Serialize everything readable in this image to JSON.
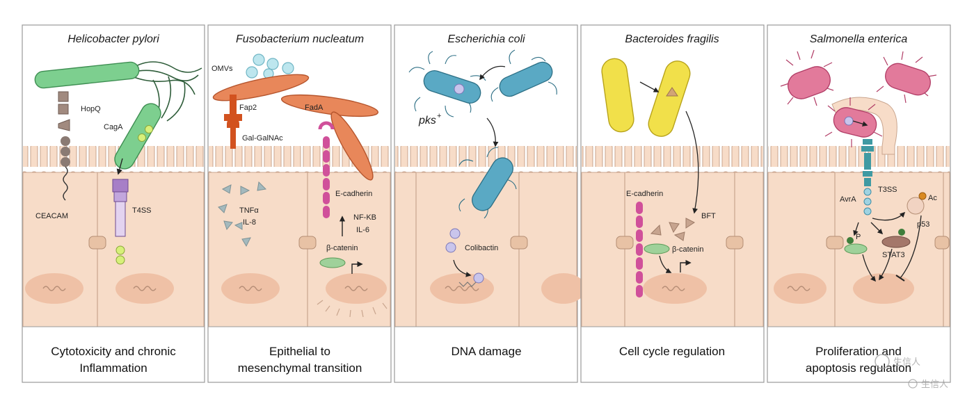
{
  "panels": [
    {
      "title": "Helicobacter pylori",
      "caption": [
        "Cytotoxicity and chronic",
        "Inflammation"
      ],
      "labels": {
        "hopq": "HopQ",
        "caga": "CagA",
        "ceacam": "CEACAM",
        "t4ss": "T4SS"
      }
    },
    {
      "title": "Fusobacterium nucleatum",
      "caption": [
        "Epithelial to",
        "mesenchymal transition"
      ],
      "labels": {
        "omvs": "OMVs",
        "fap2": "Fap2",
        "galgalnac": "Gal-GalNAc",
        "fada": "FadA",
        "ecadherin": "E-cadherin",
        "tnfa": "TNFα",
        "il8": "IL-8",
        "nfkb": "NF-KB",
        "il6": "IL-6",
        "bcatenin": "β-catenin"
      }
    },
    {
      "title": "Escherichia coli",
      "caption": [
        "DNA damage"
      ],
      "labels": {
        "pks": "pks",
        "pks_sup": "+",
        "colibactin": "Colibactin"
      }
    },
    {
      "title": "Bacteroides fragilis",
      "caption": [
        "Cell cycle regulation"
      ],
      "labels": {
        "ecadherin": "E-cadherin",
        "bft": "BFT",
        "bcatenin": "β-catenin"
      }
    },
    {
      "title": "Salmonella enterica",
      "caption": [
        "Proliferation and",
        "apoptosis regulation"
      ],
      "labels": {
        "t3ss": "T3SS",
        "avra": "AvrA",
        "ac": "Ac",
        "p53": "p53",
        "p": "P",
        "stat3": "STAT3"
      }
    }
  ],
  "watermark": {
    "text": "生信人",
    "small": "生信人"
  },
  "colors": {
    "panel_border": "#9a9a9a",
    "cell_fill": "#f7dcc8",
    "cell_stroke": "#c9a58e",
    "nucleus": "#efc1a6",
    "hpylori": "#7dcf8f",
    "fuso": "#e8875a",
    "ecoli": "#5aa9c4",
    "bfragilis": "#f1e04a",
    "salmonella": "#e27a9b",
    "ecadherin": "#d0509a",
    "t4ss": "#a77fc7",
    "t3ss": "#3f9aa3"
  }
}
